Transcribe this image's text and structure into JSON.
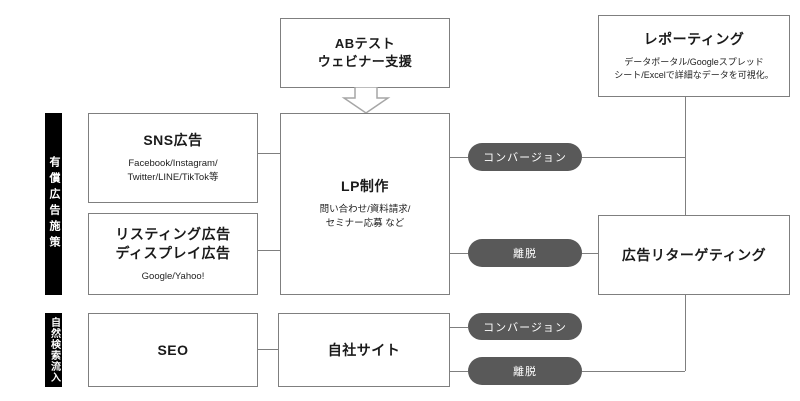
{
  "colors": {
    "box_border": "#7f7f7f",
    "pill_bg": "#595959",
    "pill_text": "#ffffff",
    "side_bar_bg": "#000000",
    "connector": "#7f7f7f",
    "arrow_outline": "#a6a6a6"
  },
  "side_labels": [
    {
      "text": "有償広告施策"
    },
    {
      "text": "自然検索流入"
    }
  ],
  "boxes": {
    "ab_test": {
      "line1": "ABテスト",
      "line2": "ウェビナー支援"
    },
    "reporting": {
      "title": "レポーティング",
      "desc_line1": "データポータル/Googleスプレッド",
      "desc_line2": "シート/Excelで詳細なデータを可視化。"
    },
    "sns": {
      "title": "SNS広告",
      "desc_line1": "Facebook/Instagram/",
      "desc_line2": "Twitter/LINE/TikTok等"
    },
    "listing": {
      "title_line1": "リスティング広告",
      "title_line2": "ディスプレイ広告",
      "desc": "Google/Yahoo!"
    },
    "lp": {
      "title": "LP制作",
      "desc_line1": "問い合わせ/資料請求/",
      "desc_line2": "セミナー応募 など"
    },
    "retargeting": {
      "title": "広告リターゲティング"
    },
    "seo": {
      "title": "SEO"
    },
    "own_site": {
      "title": "自社サイト"
    }
  },
  "pills": [
    {
      "label": "コンバージョン"
    },
    {
      "label": "離脱"
    },
    {
      "label": "コンバージョン"
    },
    {
      "label": "離脱"
    }
  ]
}
